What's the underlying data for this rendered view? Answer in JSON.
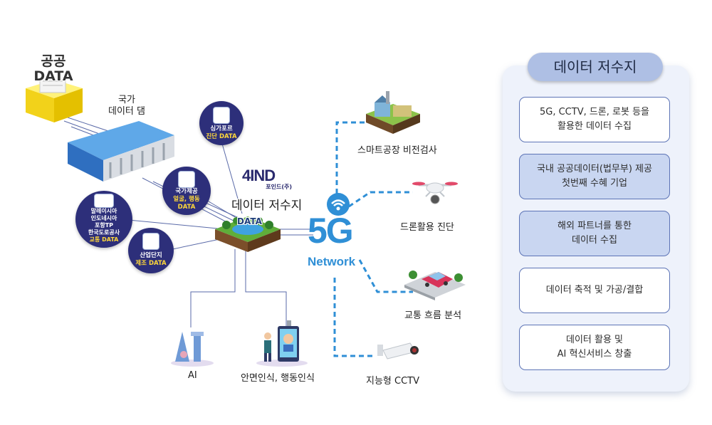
{
  "public_data": {
    "line1": "공공",
    "line2": "DATA"
  },
  "dam": {
    "line1": "국가",
    "line2": "데이터 댐"
  },
  "logo": {
    "mark": "4IND",
    "sub": "포인드(주)"
  },
  "reservoir": {
    "title": "데이터 저수지",
    "badge": "DATA"
  },
  "sources": {
    "singapore": {
      "line1": "싱가포르",
      "line2": "진단 DATA"
    },
    "national": {
      "line1": "국가제공",
      "line2": "얼굴, 행동",
      "line3": "DATA"
    },
    "overseas": {
      "line1": "말레이시아",
      "line2": "인도네시아",
      "line3": "포항TP",
      "line4": "한국도로공사",
      "line5": "교통 DATA"
    },
    "industrial": {
      "line1": "산업단지",
      "line2": "제조 DATA"
    }
  },
  "network": {
    "big": "5G",
    "small": "Network"
  },
  "applications": {
    "smart_factory": "스마트공장 비전검사",
    "drone": "드론활용 진단",
    "traffic": "교통 흐름 분석",
    "cctv": "지능형 CCTV",
    "ai": "AI",
    "face": "안면인식, 행동인식"
  },
  "panel": {
    "title": "데이터 저수지",
    "items": [
      {
        "line1": "5G, CCTV, 드론, 로봇 등을",
        "line2": "활용한 데이터 수집",
        "style": "white"
      },
      {
        "line1": "국내 공공데이터(법무부) 제공",
        "line2": "첫번째 수혜 기업",
        "style": "blue"
      },
      {
        "line1": "해외 파트너를 통한",
        "line2": "데이터 수집",
        "style": "blue"
      },
      {
        "line1": "데이터 축적 및 가공/결합",
        "line2": "",
        "style": "white"
      },
      {
        "line1": "데이터 활용 및",
        "line2": "AI 혁신서비스 창출",
        "style": "white"
      }
    ]
  },
  "colors": {
    "navy": "#2d2f7a",
    "accent_blue": "#2f8fd6",
    "dash_blue": "#2f8fd6",
    "panel_bg": "#eef2fb",
    "title_pill": "#aebfe4",
    "box_border": "#5d74b6",
    "box_blue": "#c9d6f1"
  }
}
